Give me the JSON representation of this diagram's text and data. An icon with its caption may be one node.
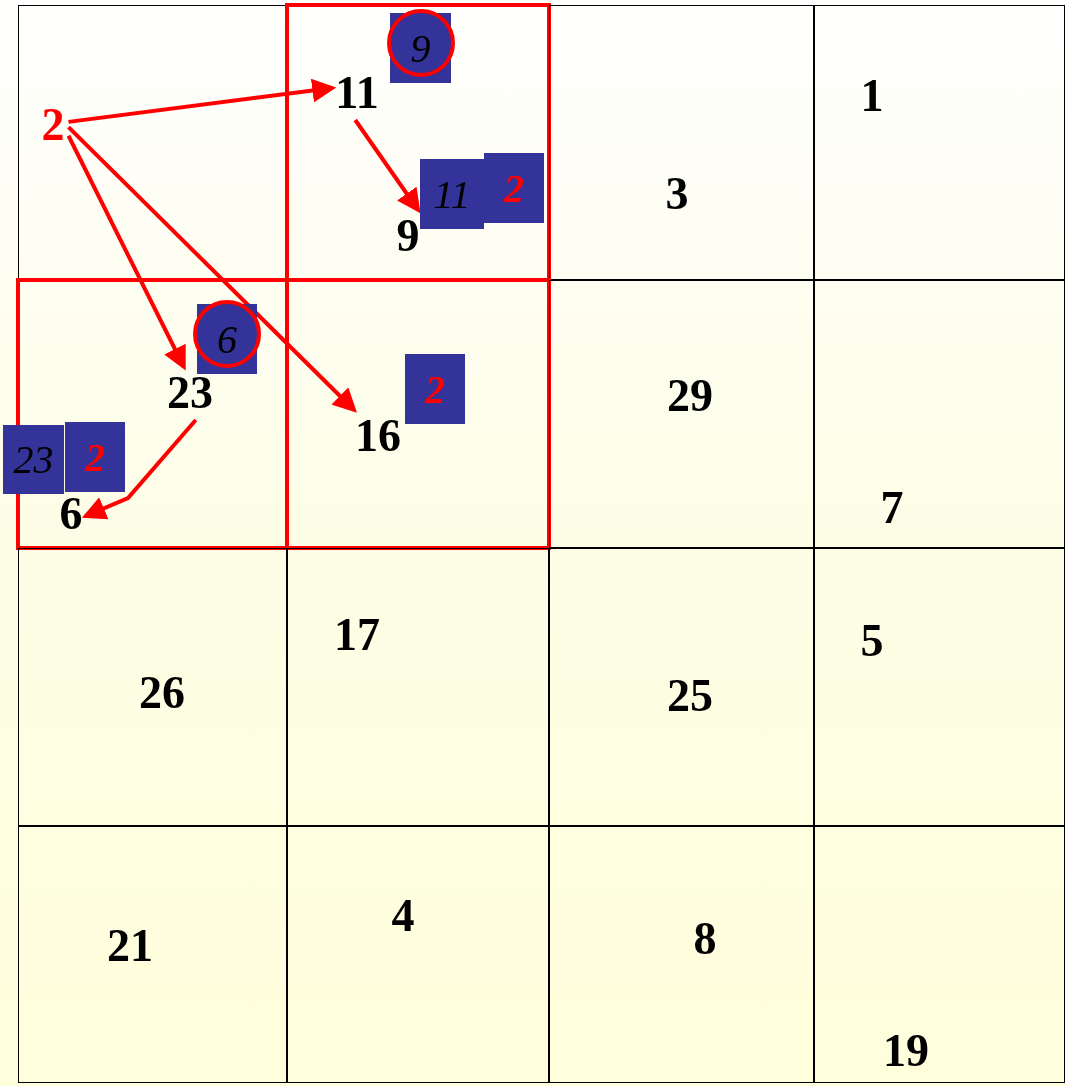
{
  "diagram": {
    "nodes": [
      {
        "text": [],
        "shape": "box"
      },
      {
        "text": [
          "2"
        ],
        "in": 0
      },
      {
        "text": [],
        "shape": "box"
      },
      {
        "text": [
          "9"
        ],
        "in": 2
      },
      {
        "text": [
          "11"
        ],
        "in": 2
      },
      {
        "text": [
          "11"
        ],
        "in": 2
      },
      {
        "text": [
          "2"
        ],
        "in": 2
      },
      {
        "text": [
          "9"
        ],
        "in": 2
      },
      {
        "text": [
          "3"
        ]
      },
      {
        "text": [
          "1"
        ]
      },
      {
        "text": [],
        "shape": "box"
      },
      {
        "text": [
          "6"
        ],
        "in": 10
      },
      {
        "text": [
          "23"
        ],
        "in": 10
      },
      {
        "text": [
          "23"
        ]
      },
      {
        "text": [
          "2"
        ],
        "in": 10
      },
      {
        "text": [
          "6"
        ],
        "in": 10
      },
      {
        "text": [],
        "shape": "box"
      },
      {
        "text": [
          "2"
        ],
        "in": 16
      },
      {
        "text": [
          "16"
        ],
        "in": 16
      },
      {
        "text": [
          "29"
        ]
      },
      {
        "text": [
          "7"
        ]
      },
      {
        "text": [
          "26"
        ]
      },
      {
        "text": [
          "17"
        ]
      },
      {
        "text": [
          "25"
        ]
      },
      {
        "text": [
          "5"
        ]
      },
      {
        "text": [
          "21"
        ]
      },
      {
        "text": [
          "4"
        ]
      },
      {
        "text": [
          "8"
        ]
      },
      {
        "text": [
          "19"
        ]
      }
    ],
    "edges": [
      {
        "from": 1,
        "to": 4,
        "arrow": "to"
      },
      {
        "from": 1,
        "to": 12,
        "arrow": "to"
      },
      {
        "from": 1,
        "to": 18,
        "arrow": "to"
      },
      {
        "from": 4,
        "to": 7,
        "arrow": "to"
      },
      {
        "from": 12,
        "to": 15,
        "arrow": "to"
      }
    ]
  }
}
